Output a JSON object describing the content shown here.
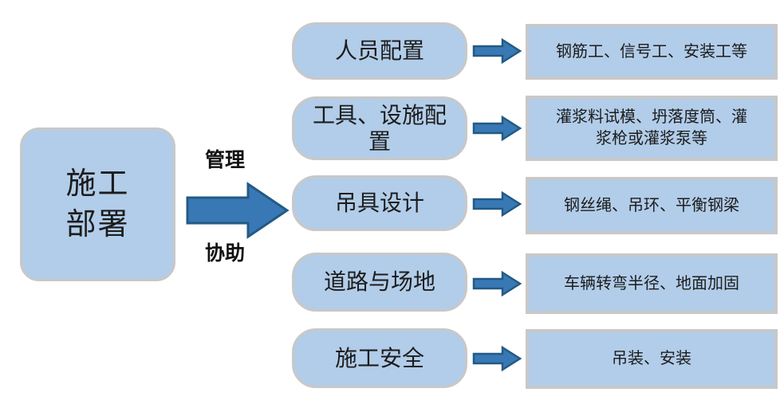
{
  "diagram": {
    "root": {
      "label": "施工\n部署"
    },
    "flow_labels": {
      "top": "管理",
      "bottom": "协助"
    },
    "rows": [
      {
        "category": "人员配置",
        "detail": "钢筋工、信号工、安装工等"
      },
      {
        "category": "工具、设施配\n置",
        "detail": "灌浆料试模、坍落度筒、灌\n浆枪或灌浆泵等"
      },
      {
        "category": "吊具设计",
        "detail": "钢丝绳、吊环、平衡钢梁"
      },
      {
        "category": "道路与场地",
        "detail": "车辆转弯半径、地面加固"
      },
      {
        "category": "施工安全",
        "detail": "吊装、安装"
      }
    ],
    "icons": {
      "big_arrow": "arrow-right-icon",
      "row_arrow": "arrow-right-icon"
    },
    "colors": {
      "node_fill": "#b2cde9",
      "node_border": "#c8c8c8",
      "arrow_fill": "#3878b4",
      "arrow_stroke": "#235a85",
      "text": "#1c1c1c",
      "background": "#ffffff"
    }
  }
}
